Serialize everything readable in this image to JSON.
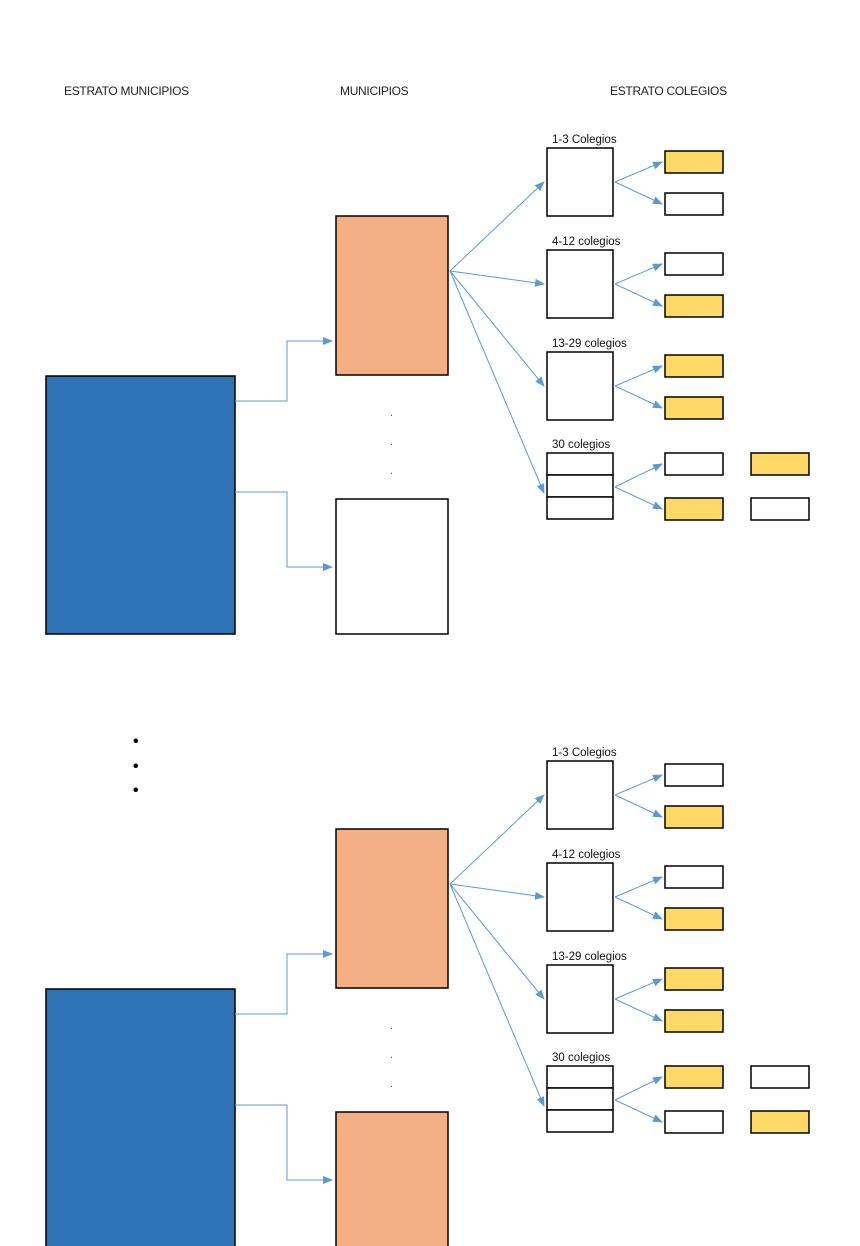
{
  "headers": {
    "strata_municipalities": "ESTRATO MUNICIPIOS",
    "municipalities": "MUNICIPIOS",
    "strata_schools": "ESTRATO COLEGIOS"
  },
  "colors": {
    "stratum_block": "#2e73b5",
    "municipality_selected": "#f4b084",
    "school_selected": "#ffd966",
    "arrow": "#5b9bd5",
    "outline": "#000000"
  },
  "groups": [
    {
      "municipalities": [
        {
          "selected": true
        },
        {
          "selected": false
        }
      ],
      "ellipsis": [
        ".",
        ".",
        "."
      ],
      "school_strata": [
        {
          "label": "1-3 Colegios",
          "schools": [
            true,
            false
          ]
        },
        {
          "label": "4-12 colegios",
          "schools": [
            false,
            true
          ]
        },
        {
          "label": "13-29 colegios",
          "schools": [
            true,
            true
          ]
        },
        {
          "label": "30  colegios",
          "schools": [
            false,
            true
          ],
          "extra_schools": [
            true,
            false
          ]
        }
      ]
    },
    {
      "municipalities": [
        {
          "selected": true
        },
        {
          "selected": true
        }
      ],
      "ellipsis": [
        ".",
        ".",
        "."
      ],
      "school_strata": [
        {
          "label": "1-3 Colegios",
          "schools": [
            false,
            true
          ]
        },
        {
          "label": "4-12 colegios",
          "schools": [
            false,
            true
          ]
        },
        {
          "label": "13-29 colegios",
          "schools": [
            true,
            true
          ]
        },
        {
          "label": "30  colegios",
          "schools": [
            true,
            false
          ],
          "extra_schools": [
            false,
            true
          ]
        }
      ]
    }
  ],
  "between_groups_ellipsis": [
    "•",
    "•",
    "•"
  ]
}
